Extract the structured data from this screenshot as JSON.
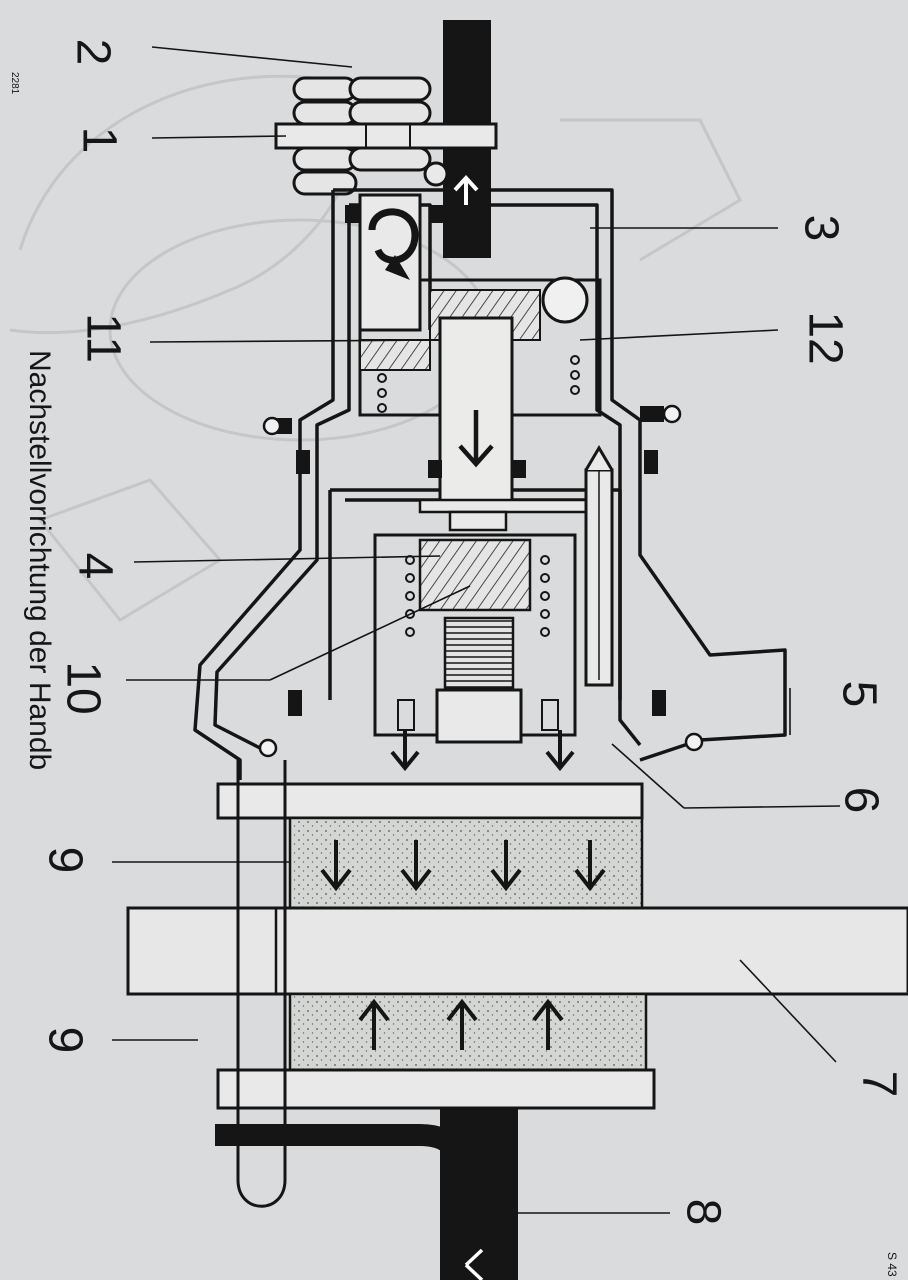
{
  "figure": {
    "callouts": [
      "1",
      "2",
      "3",
      "4",
      "5",
      "6",
      "7",
      "8",
      "9",
      "9",
      "10",
      "11",
      "12"
    ],
    "caption": "Nachstellvorrichtung der Handb",
    "corner_code": "S 43",
    "edge_code": "2281"
  },
  "colors": {
    "paper": "#d9dbdc",
    "ink": "#151515",
    "arrow_fill": "#ffffff"
  }
}
